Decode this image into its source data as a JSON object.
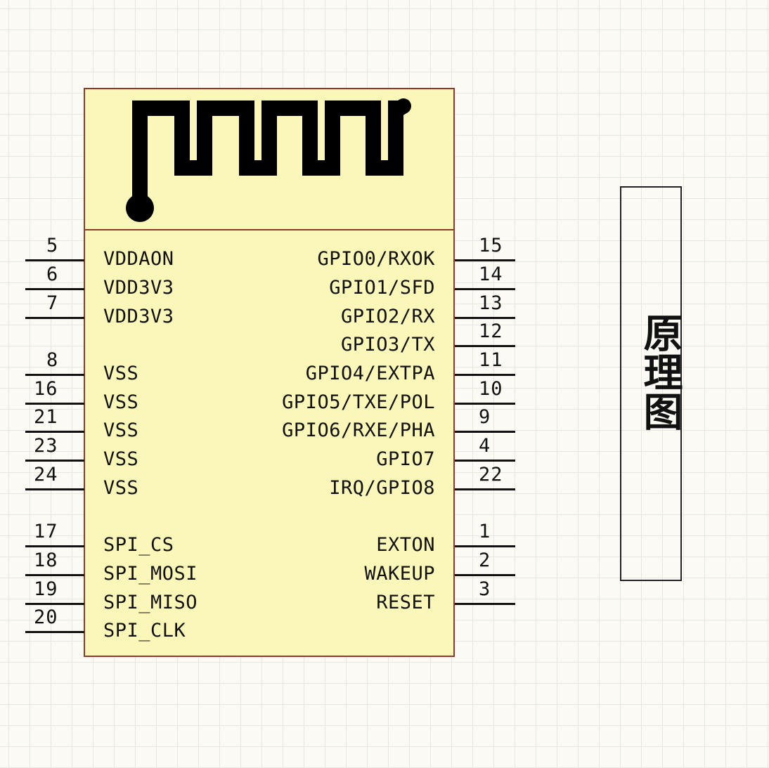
{
  "title": "原理图",
  "pins": {
    "left": [
      {
        "num": "5",
        "label": "VDDAON"
      },
      {
        "num": "6",
        "label": "VDD3V3"
      },
      {
        "num": "7",
        "label": "VDD3V3"
      },
      {
        "num": "8",
        "label": "VSS"
      },
      {
        "num": "16",
        "label": "VSS"
      },
      {
        "num": "21",
        "label": "VSS"
      },
      {
        "num": "23",
        "label": "VSS"
      },
      {
        "num": "24",
        "label": "VSS"
      },
      {
        "num": "17",
        "label": "SPI_CS"
      },
      {
        "num": "18",
        "label": "SPI_MOSI"
      },
      {
        "num": "19",
        "label": "SPI_MISO"
      },
      {
        "num": "20",
        "label": "SPI_CLK"
      }
    ],
    "right": [
      {
        "num": "15",
        "label": "GPIO0/RXOK"
      },
      {
        "num": "14",
        "label": "GPIO1/SFD"
      },
      {
        "num": "13",
        "label": "GPIO2/RX"
      },
      {
        "num": "12",
        "label": "GPIO3/TX"
      },
      {
        "num": "11",
        "label": "GPIO4/EXTPA"
      },
      {
        "num": "10",
        "label": "GPIO5/TXE/POL"
      },
      {
        "num": "9",
        "label": "GPIO6/RXE/PHA"
      },
      {
        "num": "4",
        "label": "GPIO7"
      },
      {
        "num": "22",
        "label": "IRQ/GPIO8"
      },
      {
        "num": "1",
        "label": "EXTON"
      },
      {
        "num": "2",
        "label": "WAKEUP"
      },
      {
        "num": "3",
        "label": "RESET"
      }
    ]
  }
}
